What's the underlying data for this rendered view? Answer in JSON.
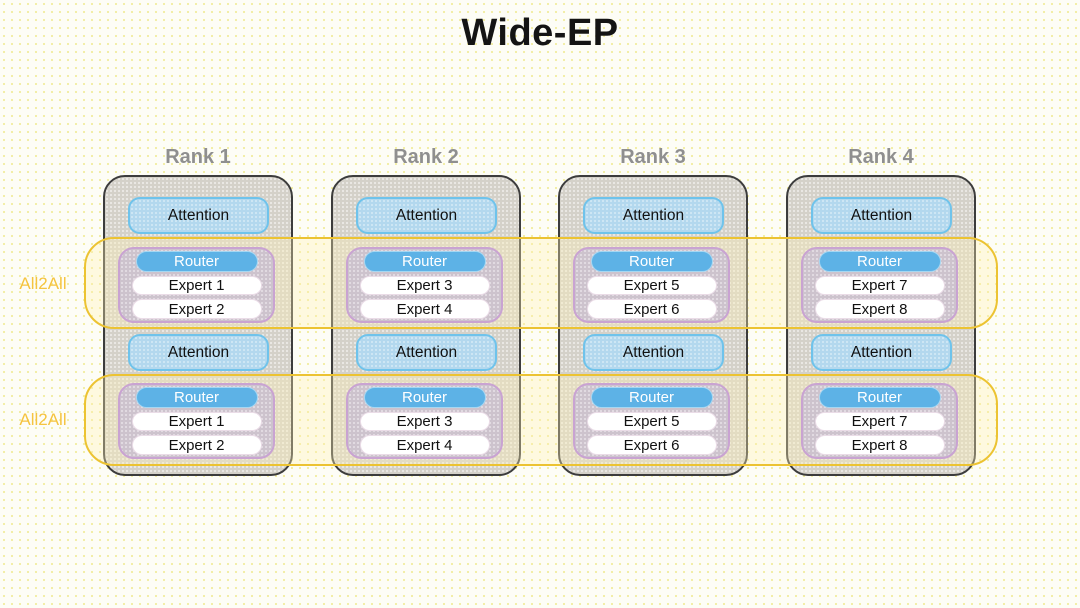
{
  "title": "Wide-EP",
  "all2all_bands": [
    {
      "label": "All2All"
    },
    {
      "label": "All2All"
    }
  ],
  "ranks": [
    {
      "label": "Rank 1",
      "layers": [
        {
          "attention": "Attention",
          "router": "Router",
          "experts": [
            "Expert 1",
            "Expert 2"
          ]
        },
        {
          "attention": "Attention",
          "router": "Router",
          "experts": [
            "Expert 1",
            "Expert 2"
          ]
        }
      ]
    },
    {
      "label": "Rank 2",
      "layers": [
        {
          "attention": "Attention",
          "router": "Router",
          "experts": [
            "Expert 3",
            "Expert 4"
          ]
        },
        {
          "attention": "Attention",
          "router": "Router",
          "experts": [
            "Expert 3",
            "Expert 4"
          ]
        }
      ]
    },
    {
      "label": "Rank 3",
      "layers": [
        {
          "attention": "Attention",
          "router": "Router",
          "experts": [
            "Expert 5",
            "Expert 6"
          ]
        },
        {
          "attention": "Attention",
          "router": "Router",
          "experts": [
            "Expert 5",
            "Expert 6"
          ]
        }
      ]
    },
    {
      "label": "Rank 4",
      "layers": [
        {
          "attention": "Attention",
          "router": "Router",
          "experts": [
            "Expert 7",
            "Expert 8"
          ]
        },
        {
          "attention": "Attention",
          "router": "Router",
          "experts": [
            "Expert 7",
            "Expert 8"
          ]
        }
      ]
    }
  ],
  "colors": {
    "band_border": "#ecc332",
    "all2all_text": "#f5c440",
    "attention_border": "#6fc3eb",
    "router_fill": "#5db2e6",
    "moe_border": "#c9a3d2"
  }
}
